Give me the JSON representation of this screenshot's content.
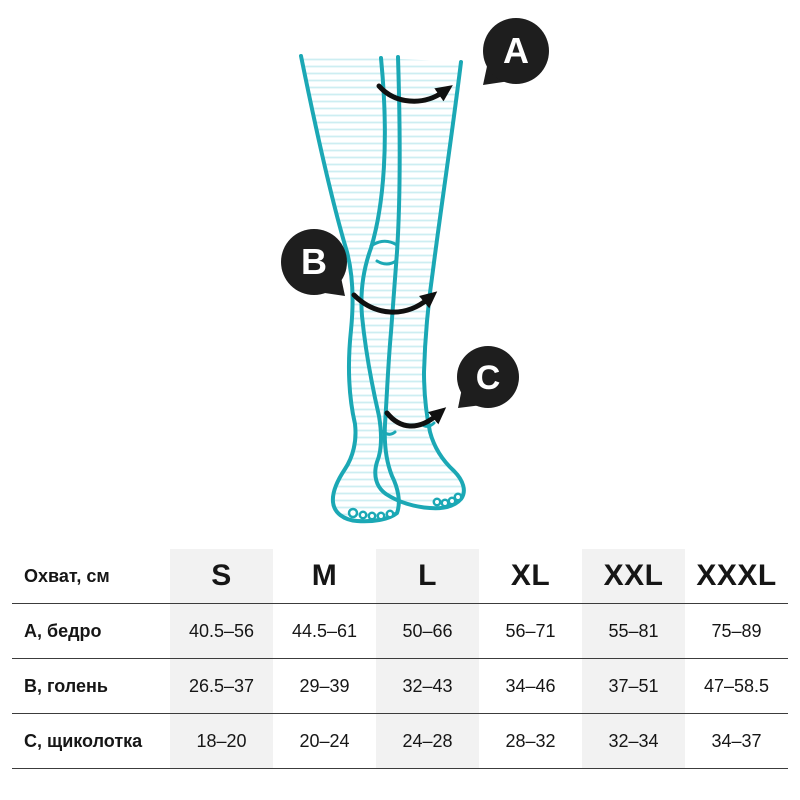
{
  "illustration": {
    "letters": {
      "a": "A",
      "b": "B",
      "c": "C"
    },
    "colors": {
      "leg_outline": "#1ba8b5",
      "hatch": "#cdeef2",
      "bubble": "#1e1e1e",
      "arrow": "#101010",
      "shaded_column": "#f2f2f2"
    }
  },
  "table": {
    "corner_label": "Охват, см",
    "sizes": [
      "S",
      "M",
      "L",
      "XL",
      "XXL",
      "XXXL"
    ],
    "rows": [
      {
        "label": "A, бедро",
        "values": [
          "40.5–56",
          "44.5–61",
          "50–66",
          "56–71",
          "55–81",
          "75–89"
        ]
      },
      {
        "label": "B, голень",
        "values": [
          "26.5–37",
          "29–39",
          "32–43",
          "34–46",
          "37–51",
          "47–58.5"
        ]
      },
      {
        "label": "C, щиколотка",
        "values": [
          "18–20",
          "20–24",
          "24–28",
          "28–32",
          "32–34",
          "34–37"
        ]
      }
    ]
  },
  "chart_data": {
    "type": "table",
    "title": "Охват, см",
    "columns": [
      "S",
      "M",
      "L",
      "XL",
      "XXL",
      "XXXL"
    ],
    "row_labels": [
      "A, бедро",
      "B, голень",
      "C, щиколотка"
    ],
    "cells": [
      [
        "40.5–56",
        "44.5–61",
        "50–66",
        "56–71",
        "55–81",
        "75–89"
      ],
      [
        "26.5–37",
        "29–39",
        "32–43",
        "34–46",
        "37–51",
        "47–58.5"
      ],
      [
        "18–20",
        "20–24",
        "24–28",
        "28–32",
        "32–34",
        "34–37"
      ]
    ]
  }
}
